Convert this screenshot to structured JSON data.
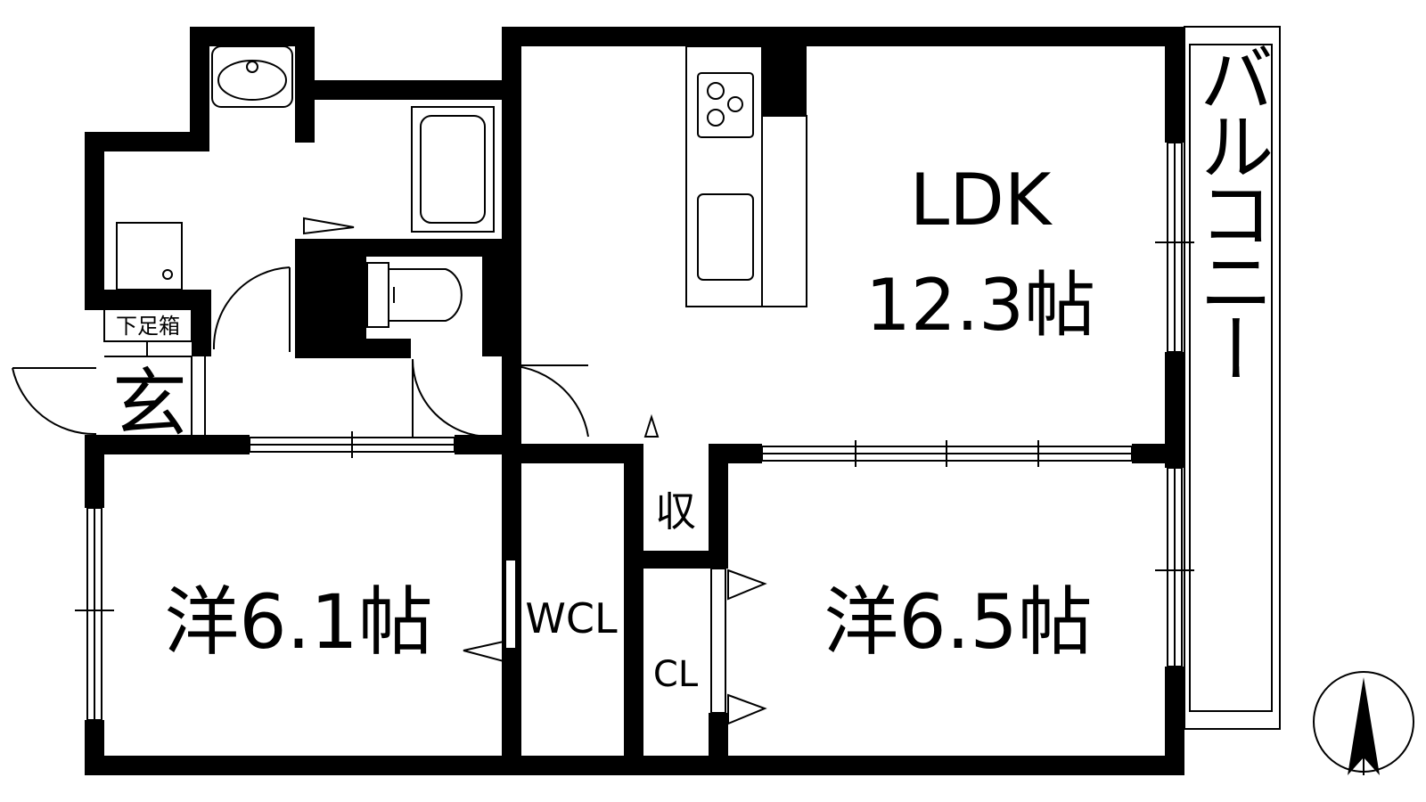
{
  "rooms": {
    "ldk_name": "LDK",
    "ldk_size": "12.3帖",
    "western1": "洋6.1帖",
    "western2": "洋6.5帖",
    "wcl": "WCL",
    "cl": "CL",
    "storage": "収",
    "entrance": "玄",
    "shoe_box": "下足箱",
    "balcony": "バルコニー"
  },
  "compass": {
    "icon": "north-arrow-icon"
  }
}
